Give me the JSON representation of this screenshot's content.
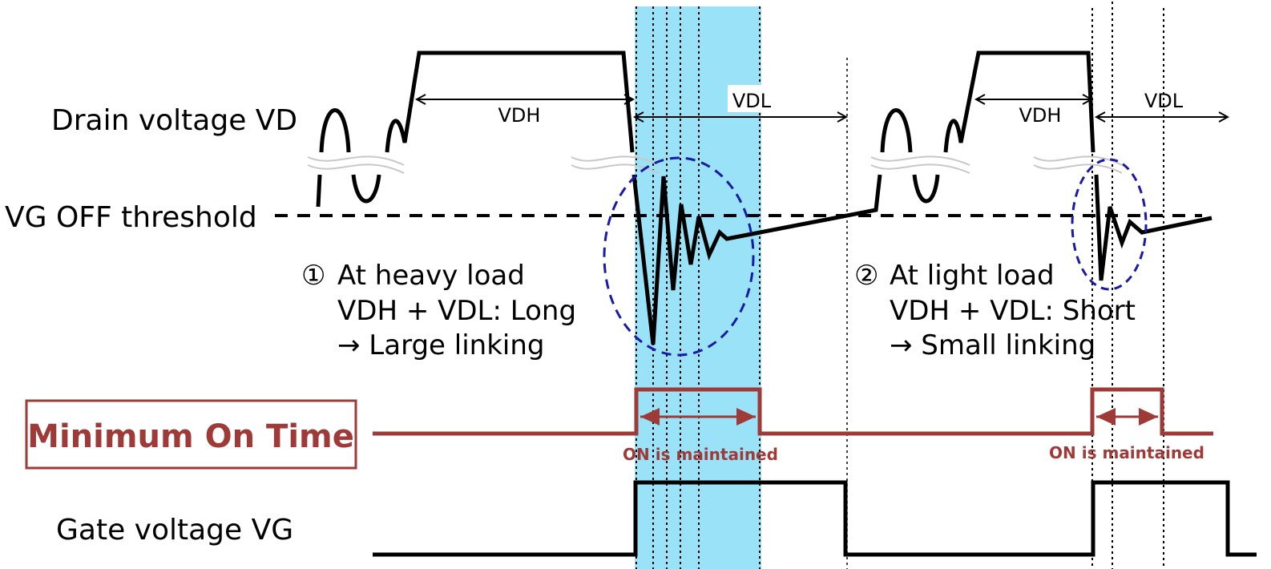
{
  "colors": {
    "signal": "#000000",
    "min_on_time": "#9e3a37",
    "highlight": "#99e2f7",
    "ellipse": "#1a1aa8",
    "threshold": "#000000",
    "break_mark": "#c8c8c8"
  },
  "labels": {
    "drain_voltage": "Drain voltage VD",
    "vg_off_threshold": "VG OFF threshold",
    "gate_voltage": "Gate voltage VG",
    "min_on_time": "Minimum On Time"
  },
  "heavy_load": {
    "vdh_label": "VDH",
    "vdl_label": "VDL",
    "note_number": "①",
    "note_line1": "At heavy load",
    "note_line2": "VDH + VDL: Long",
    "note_line3": "→ Large linking",
    "on_maintained": "ON is maintained"
  },
  "light_load": {
    "vdh_label": "VDH",
    "vdl_label": "VDL",
    "note_number": "②",
    "note_line1": "At light load",
    "note_line2": "VDH + VDL: Short",
    "note_line3": "→ Small linking",
    "on_maintained": "ON is maintained"
  }
}
